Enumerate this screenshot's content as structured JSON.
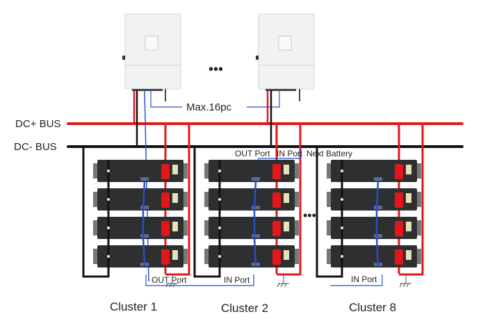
{
  "diagram": {
    "title": "Parallel battery clusters wired to DC bus with multiple inverters",
    "bus": {
      "positive_label": "DC+ BUS",
      "negative_label": "DC- BUS",
      "positive_color": "#e3161b",
      "negative_color": "#111111"
    },
    "inverters": {
      "count_shown": 2,
      "ellipsis": "•••",
      "max_label": "Max.16pc"
    },
    "comm_color": "#2b4fc2",
    "ports": {
      "out_port": "OUT Port",
      "in_port": "IN Port",
      "next_battery": "Next Battery"
    },
    "clusters": [
      {
        "label": "Cluster 1",
        "modules": 4
      },
      {
        "label": "Cluster 2",
        "modules": 4
      },
      {
        "label": "Cluster 8",
        "modules": 4
      }
    ],
    "cluster_ellipsis": "•••"
  }
}
